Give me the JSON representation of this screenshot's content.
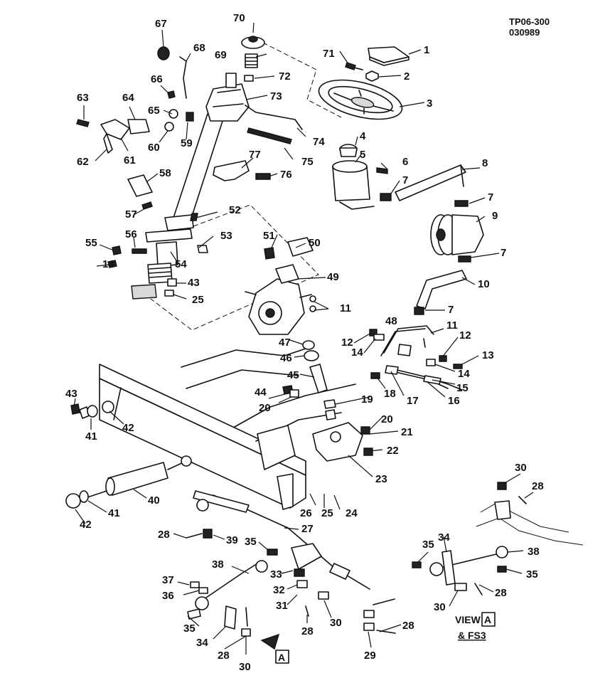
{
  "header": {
    "code": "TP06-300",
    "date_code": "030989"
  },
  "view": {
    "label": "VIEW",
    "letter": "A",
    "note": "& FS3"
  },
  "arrow_letter": "A",
  "callouts": [
    {
      "key": "c1",
      "text": "1"
    },
    {
      "key": "c2",
      "text": "2"
    },
    {
      "key": "c3",
      "text": "3"
    },
    {
      "key": "c4",
      "text": "4"
    },
    {
      "key": "c5",
      "text": "5"
    },
    {
      "key": "c6",
      "text": "6"
    },
    {
      "key": "c7a",
      "text": "7"
    },
    {
      "key": "c7b",
      "text": "7"
    },
    {
      "key": "c7c",
      "text": "7"
    },
    {
      "key": "c7d",
      "text": "7"
    },
    {
      "key": "c8",
      "text": "8"
    },
    {
      "key": "c9",
      "text": "9"
    },
    {
      "key": "c10",
      "text": "10"
    },
    {
      "key": "c11a",
      "text": "11"
    },
    {
      "key": "c11b",
      "text": "11"
    },
    {
      "key": "c12a",
      "text": "12"
    },
    {
      "key": "c12b",
      "text": "12"
    },
    {
      "key": "c13",
      "text": "13"
    },
    {
      "key": "c14a",
      "text": "14"
    },
    {
      "key": "c14b",
      "text": "14"
    },
    {
      "key": "c14c",
      "text": "14"
    },
    {
      "key": "c15",
      "text": "15"
    },
    {
      "key": "c16",
      "text": "16"
    },
    {
      "key": "c17",
      "text": "17"
    },
    {
      "key": "c18",
      "text": "18"
    },
    {
      "key": "c19",
      "text": "19"
    },
    {
      "key": "c20a",
      "text": "20"
    },
    {
      "key": "c20b",
      "text": "20"
    },
    {
      "key": "c21",
      "text": "21"
    },
    {
      "key": "c22",
      "text": "22"
    },
    {
      "key": "c23",
      "text": "23"
    },
    {
      "key": "c24",
      "text": "24"
    },
    {
      "key": "c25a",
      "text": "25"
    },
    {
      "key": "c25b",
      "text": "25"
    },
    {
      "key": "c26",
      "text": "26"
    },
    {
      "key": "c27",
      "text": "27"
    },
    {
      "key": "c28a",
      "text": "28"
    },
    {
      "key": "c28b",
      "text": "28"
    },
    {
      "key": "c28c",
      "text": "28"
    },
    {
      "key": "c28d",
      "text": "28"
    },
    {
      "key": "c28e",
      "text": "28"
    },
    {
      "key": "c28f",
      "text": "28"
    },
    {
      "key": "c29",
      "text": "29"
    },
    {
      "key": "c30a",
      "text": "30"
    },
    {
      "key": "c30b",
      "text": "30"
    },
    {
      "key": "c30c",
      "text": "30"
    },
    {
      "key": "c30d",
      "text": "30"
    },
    {
      "key": "c31",
      "text": "31"
    },
    {
      "key": "c32",
      "text": "32"
    },
    {
      "key": "c33",
      "text": "33"
    },
    {
      "key": "c34a",
      "text": "34"
    },
    {
      "key": "c34b",
      "text": "34"
    },
    {
      "key": "c35a",
      "text": "35"
    },
    {
      "key": "c35b",
      "text": "35"
    },
    {
      "key": "c35c",
      "text": "35"
    },
    {
      "key": "c35d",
      "text": "35"
    },
    {
      "key": "c36",
      "text": "36"
    },
    {
      "key": "c37",
      "text": "37"
    },
    {
      "key": "c38a",
      "text": "38"
    },
    {
      "key": "c38b",
      "text": "38"
    },
    {
      "key": "c39",
      "text": "39"
    },
    {
      "key": "c40",
      "text": "40"
    },
    {
      "key": "c41a",
      "text": "41"
    },
    {
      "key": "c41b",
      "text": "41"
    },
    {
      "key": "c42a",
      "text": "42"
    },
    {
      "key": "c42b",
      "text": "42"
    },
    {
      "key": "c43a",
      "text": "43"
    },
    {
      "key": "c43b",
      "text": "43"
    },
    {
      "key": "c44",
      "text": "44"
    },
    {
      "key": "c45",
      "text": "45"
    },
    {
      "key": "c46",
      "text": "46"
    },
    {
      "key": "c47",
      "text": "47"
    },
    {
      "key": "c48",
      "text": "48"
    },
    {
      "key": "c49",
      "text": "49"
    },
    {
      "key": "c50",
      "text": "50"
    },
    {
      "key": "c51",
      "text": "51"
    },
    {
      "key": "c52",
      "text": "52"
    },
    {
      "key": "c53",
      "text": "53"
    },
    {
      "key": "c54",
      "text": "54"
    },
    {
      "key": "c55",
      "text": "55"
    },
    {
      "key": "c56",
      "text": "56"
    },
    {
      "key": "c57",
      "text": "57"
    },
    {
      "key": "c58",
      "text": "58"
    },
    {
      "key": "c59",
      "text": "59"
    },
    {
      "key": "c60",
      "text": "60"
    },
    {
      "key": "c61",
      "text": "61"
    },
    {
      "key": "c62",
      "text": "62"
    },
    {
      "key": "c63",
      "text": "63"
    },
    {
      "key": "c64",
      "text": "64"
    },
    {
      "key": "c65",
      "text": "65"
    },
    {
      "key": "c66",
      "text": "66"
    },
    {
      "key": "c67",
      "text": "67"
    },
    {
      "key": "c68",
      "text": "68"
    },
    {
      "key": "c69",
      "text": "69"
    },
    {
      "key": "c70",
      "text": "70"
    },
    {
      "key": "c71",
      "text": "71"
    },
    {
      "key": "c72",
      "text": "72"
    },
    {
      "key": "c73",
      "text": "73"
    },
    {
      "key": "c74",
      "text": "74"
    },
    {
      "key": "c75",
      "text": "75"
    },
    {
      "key": "c76",
      "text": "76"
    },
    {
      "key": "c77",
      "text": "77"
    }
  ]
}
